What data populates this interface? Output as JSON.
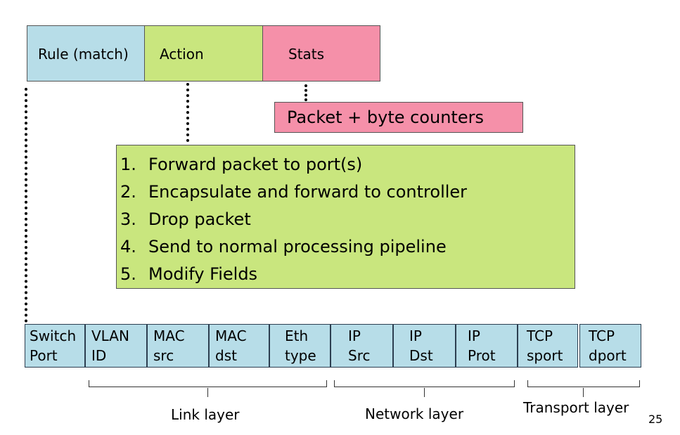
{
  "header": {
    "rule_label": "Rule (match)",
    "action_label": "Action",
    "stats_label": "Stats"
  },
  "stats_box": {
    "text": "Packet + byte counters"
  },
  "actions": [
    {
      "num": "1.",
      "text": "Forward packet to port(s)"
    },
    {
      "num": "2.",
      "text": "Encapsulate and forward to controller"
    },
    {
      "num": "3.",
      "text": "Drop packet"
    },
    {
      "num": "4.",
      "text": "Send to normal processing pipeline"
    },
    {
      "num": "5.",
      "text": "Modify Fields"
    }
  ],
  "fields": [
    {
      "line1": "Switch",
      "line2": "Port"
    },
    {
      "line1": "VLAN",
      "line2": "ID"
    },
    {
      "line1": "MAC",
      "line2": "src"
    },
    {
      "line1": "MAC",
      "line2": "dst"
    },
    {
      "line1": "Eth",
      "line2": "type"
    },
    {
      "line1": "IP",
      "line2": "Src"
    },
    {
      "line1": "IP",
      "line2": "Dst"
    },
    {
      "line1": "IP",
      "line2": "Prot"
    },
    {
      "line1": "TCP",
      "line2": "sport"
    },
    {
      "line1": "TCP",
      "line2": "dport"
    }
  ],
  "layers": {
    "link": "Link layer",
    "network": "Network layer",
    "transport": "Transport layer"
  },
  "page_number": "25",
  "colors": {
    "rule": "#b7dde8",
    "action": "#c9e67e",
    "stats": "#f590a9"
  }
}
